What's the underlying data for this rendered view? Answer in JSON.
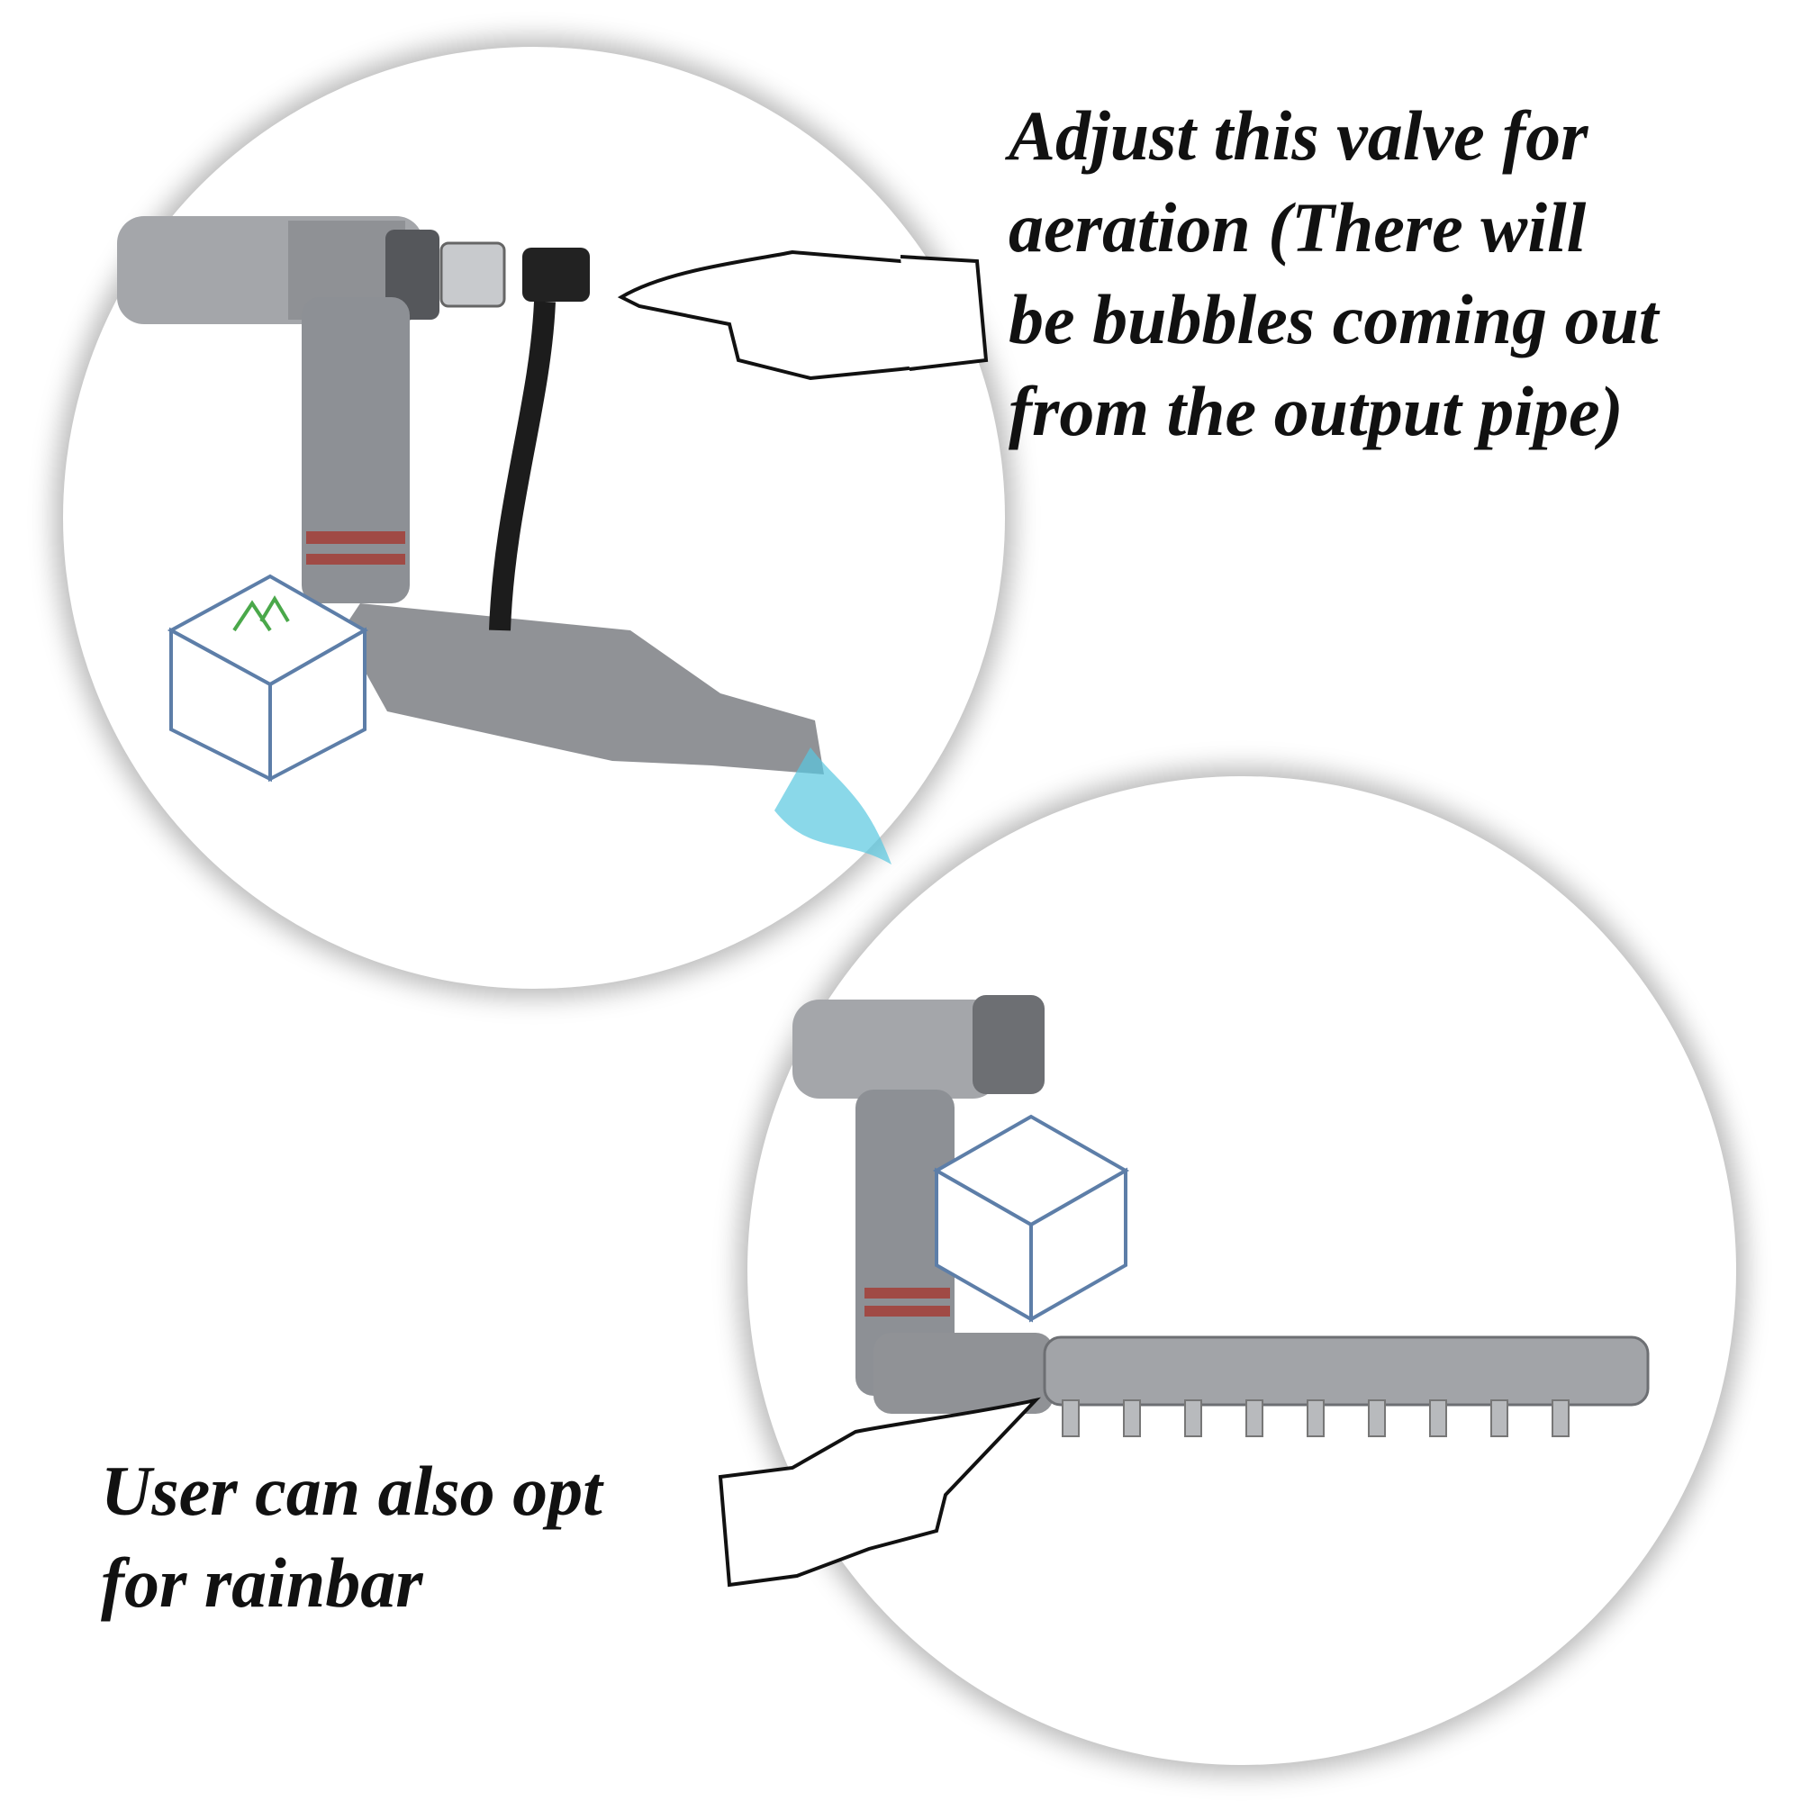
{
  "callouts": {
    "valve": {
      "lines": [
        "Adjust this valve for",
        "aeration (There will",
        "be bubbles coming out",
        "from the output pipe)"
      ]
    },
    "rainbar": {
      "lines": [
        "User can also opt",
        "for rainbar"
      ]
    }
  },
  "colors": {
    "pipe": "#9a9ca0",
    "pipe_dark": "#6d6f73",
    "seal_red": "#a04a45",
    "water": "#58c7e0",
    "plant_green": "#4aa84a",
    "icon_blue": "#3f6fb5"
  },
  "icons": [
    "pointing-hand",
    "aquarium-cube-icon",
    "water-outflow"
  ]
}
